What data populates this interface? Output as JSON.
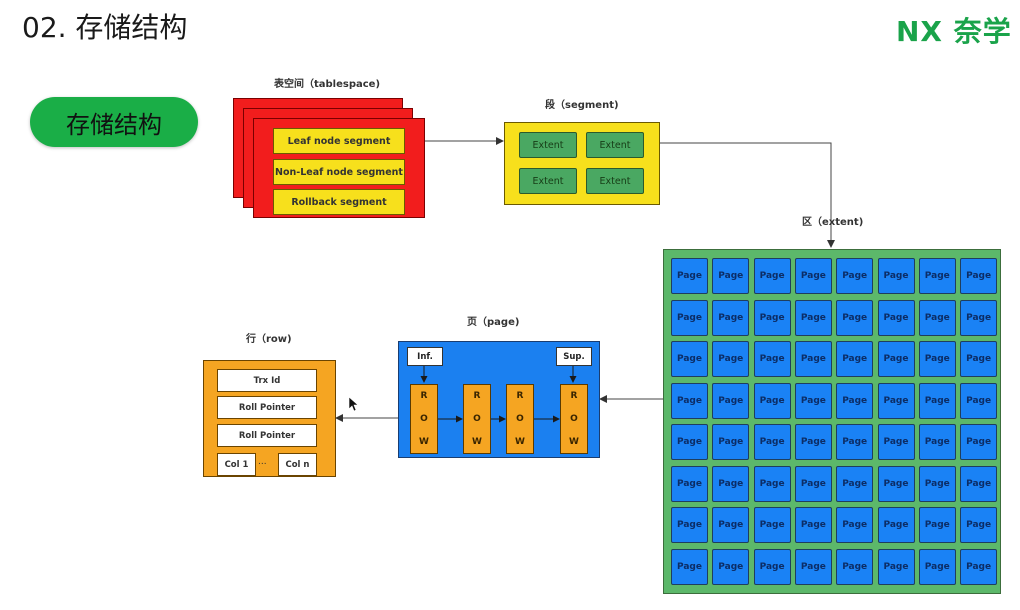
{
  "header": {
    "title": "02. 存储结构",
    "logo": "NX 奈学"
  },
  "sidebar_pill": {
    "label": "存储结构"
  },
  "colors": {
    "tablespace": "#f21d1d",
    "segment_item": "#f7e01c",
    "extent_item": "#4aa862",
    "extent_container": "#5cb86a",
    "page_item": "#1a82f5",
    "row_item": "#f5a522",
    "pill": "#1aae47",
    "logo": "#1aa34a"
  },
  "tablespace": {
    "label": "表空间（tablespace)",
    "segments": [
      "Leaf node segment",
      "Non-Leaf node segment",
      "Rollback segment"
    ]
  },
  "segment": {
    "label": "段（segment)",
    "extents": [
      "Extent",
      "Extent",
      "Extent",
      "Extent"
    ]
  },
  "extent": {
    "label": "区（extent)",
    "page_label": "Page",
    "rows": 8,
    "cols": 8
  },
  "page": {
    "label": "页（page)",
    "infimum": "Inf.",
    "supremum": "Sup.",
    "row_letters": [
      "R",
      "O",
      "W"
    ],
    "row_count": 4
  },
  "row": {
    "label": "行（row)",
    "fields": [
      "Trx Id",
      "Roll Pointer",
      "Roll Pointer"
    ],
    "col_first": "Col 1",
    "col_sep": "...",
    "col_last": "Col n"
  }
}
